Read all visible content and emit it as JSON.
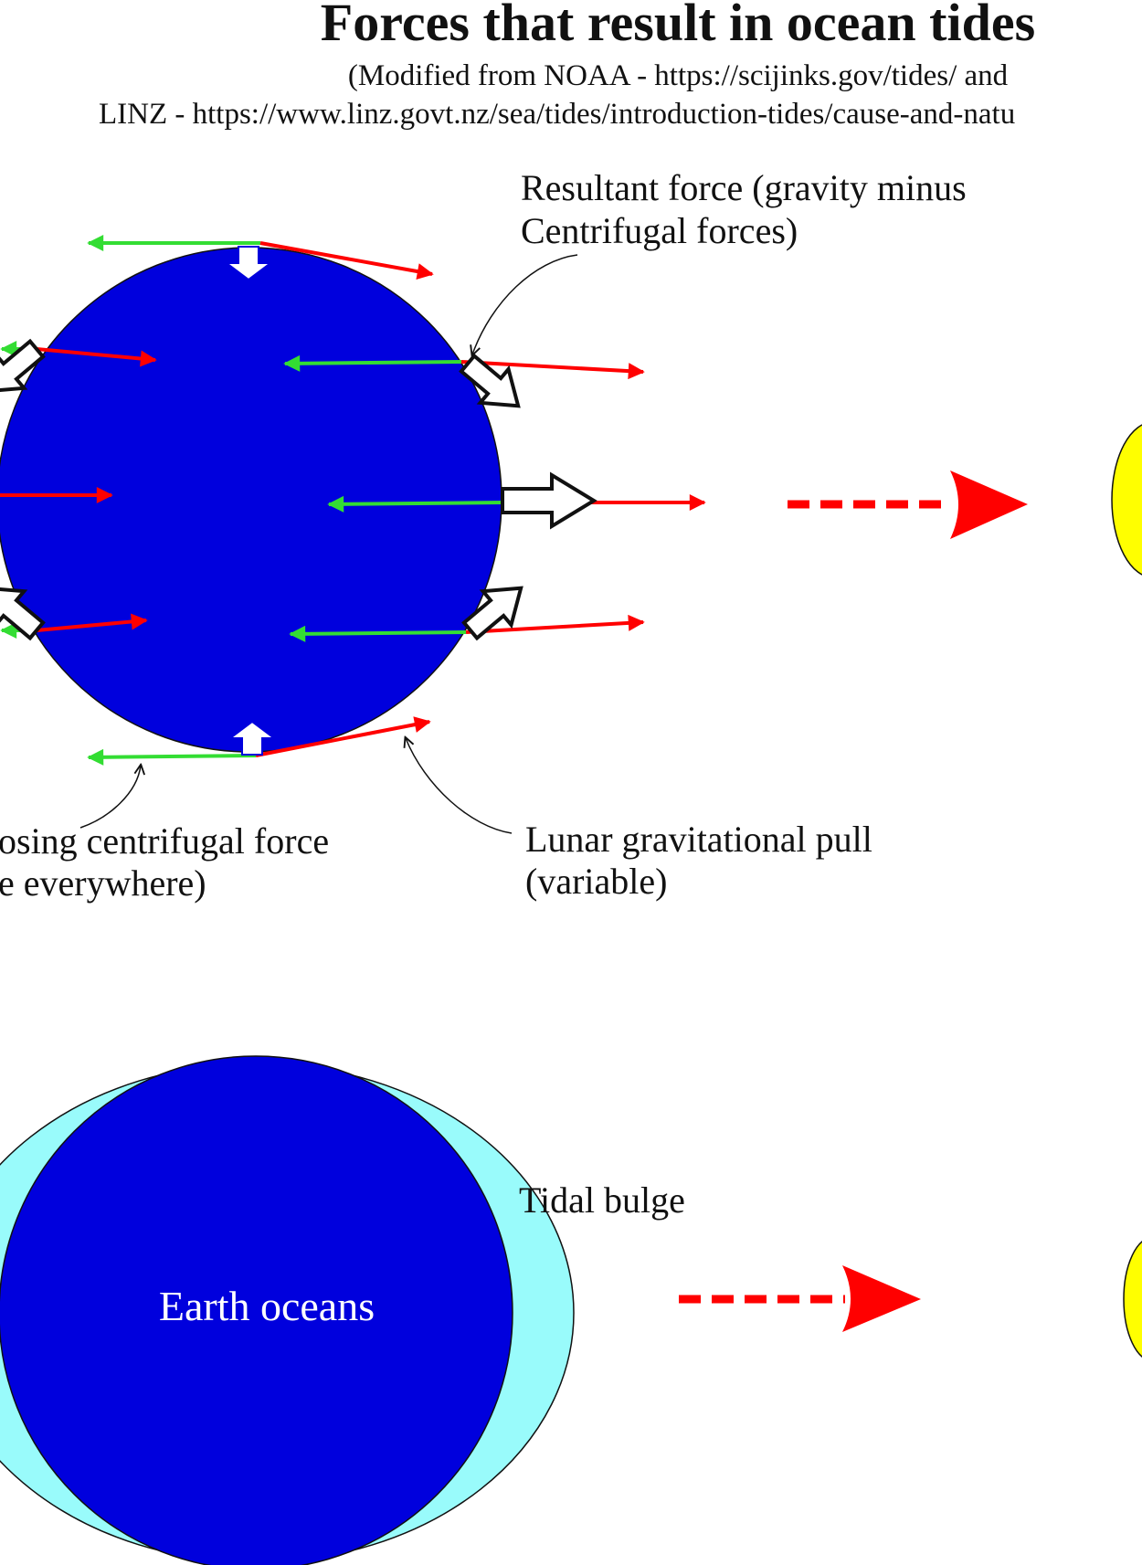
{
  "header": {
    "title": "Forces that result in ocean tides",
    "source_line1": "(Modified from NOAA - https://scijinks.gov/tides/ and",
    "source_line2": "LINZ - https://www.linz.govt.nz/sea/tides/introduction-tides/cause-and-natu"
  },
  "labels": {
    "resultant_line1": "Resultant force (gravity minus",
    "resultant_line2": "Centrifugal forces)",
    "centrifugal_line1": "osing centrifugal force",
    "centrifugal_line2": "e everywhere)",
    "lunar_line1": "Lunar gravitational pull",
    "lunar_line2": "(variable)",
    "tidal_bulge": "Tidal bulge",
    "earth_oceans": "Earth oceans"
  },
  "colors": {
    "earth": "#0000dd",
    "ocean_bulge": "#99fbfb",
    "moon": "#ffff00",
    "lunar_arrow": "#ff0000",
    "centrifugal_arrow": "#33dd33",
    "resultant_arrow": "#000000"
  }
}
